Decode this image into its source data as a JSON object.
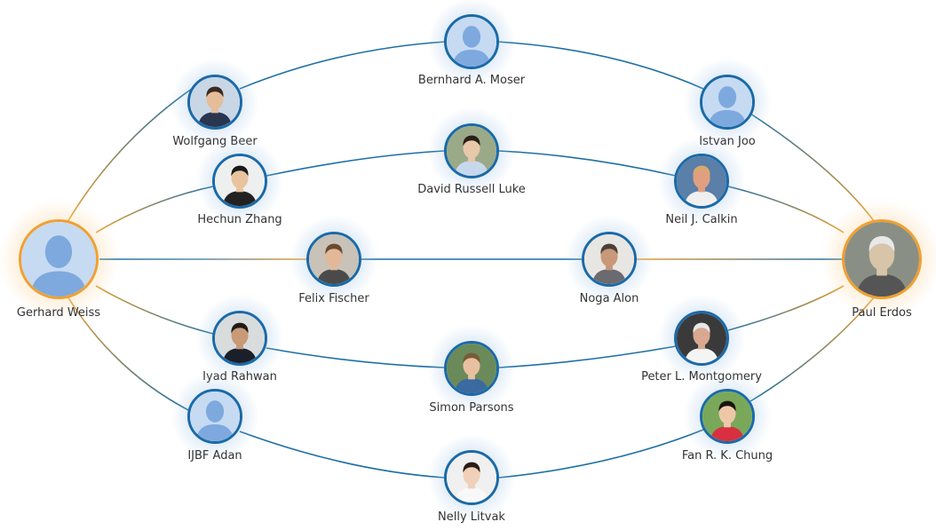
{
  "colors": {
    "edge_blue": "#1f6fa5",
    "edge_orange": "#e8a030",
    "node_border": "#1a6aa8",
    "endpoint_border": "#f0a030",
    "placeholder_fill": "#7ea9de",
    "placeholder_bg": "#c6daf2"
  },
  "nodes": {
    "gerhard_weiss": {
      "name": "Gerhard Weiss",
      "icon": "placeholder-avatar-icon"
    },
    "paul_erdos": {
      "name": "Paul Erdos",
      "icon": "photo-avatar-icon"
    },
    "bernhard_moser": {
      "name": "Bernhard A. Moser",
      "icon": "placeholder-avatar-icon"
    },
    "wolfgang_beer": {
      "name": "Wolfgang Beer",
      "icon": "photo-avatar-icon"
    },
    "istvan_joo": {
      "name": "Istvan Joo",
      "icon": "placeholder-avatar-icon"
    },
    "hechun_zhang": {
      "name": "Hechun Zhang",
      "icon": "photo-avatar-icon"
    },
    "david_luke": {
      "name": "David Russell Luke",
      "icon": "photo-avatar-icon"
    },
    "neil_calkin": {
      "name": "Neil J. Calkin",
      "icon": "photo-avatar-icon"
    },
    "felix_fischer": {
      "name": "Felix Fischer",
      "icon": "photo-avatar-icon"
    },
    "noga_alon": {
      "name": "Noga Alon",
      "icon": "photo-avatar-icon"
    },
    "iyad_rahwan": {
      "name": "Iyad Rahwan",
      "icon": "photo-avatar-icon"
    },
    "simon_parsons": {
      "name": "Simon Parsons",
      "icon": "photo-avatar-icon"
    },
    "peter_montgomery": {
      "name": "Peter L. Montgomery",
      "icon": "photo-avatar-icon"
    },
    "ijbf_adan": {
      "name": "IJBF Adan",
      "icon": "placeholder-avatar-icon"
    },
    "fan_chung": {
      "name": "Fan R. K. Chung",
      "icon": "photo-avatar-icon"
    },
    "nelly_litvak": {
      "name": "Nelly Litvak",
      "icon": "photo-avatar-icon"
    }
  }
}
